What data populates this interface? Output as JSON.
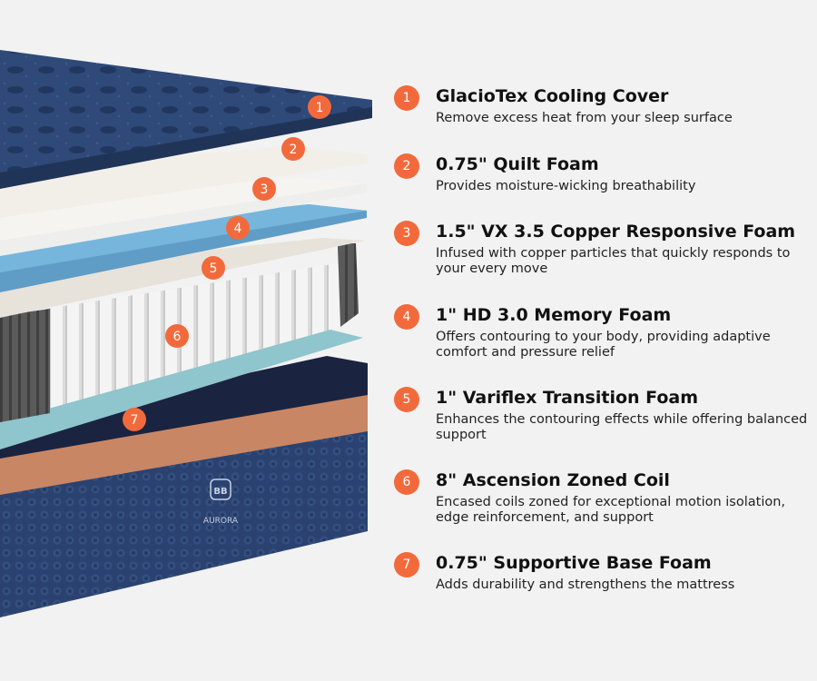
{
  "accent_color": "#f26a3c",
  "brand": {
    "monogram": "BB",
    "name": "AURORA"
  },
  "layers": [
    {
      "number": "1",
      "title": "GlacioTex Cooling Cover",
      "desc": "Remove excess heat from your sleep surface"
    },
    {
      "number": "2",
      "title": "0.75\" Quilt Foam",
      "desc": "Provides moisture-wicking breathability"
    },
    {
      "number": "3",
      "title": "1.5\" VX 3.5 Copper Responsive Foam",
      "desc": "Infused with copper particles that quickly responds to your every move"
    },
    {
      "number": "4",
      "title": "1\" HD 3.0 Memory Foam",
      "desc": "Offers contouring to your body, providing adaptive comfort and pressure relief"
    },
    {
      "number": "5",
      "title": "1\" Variflex Transition Foam",
      "desc": "Enhances the contouring effects while offering balanced support"
    },
    {
      "number": "6",
      "title": "8\" Ascension Zoned Coil",
      "desc": "Encased coils zoned for exceptional motion isolation, edge reinforcement, and support"
    },
    {
      "number": "7",
      "title": "0.75\" Supportive Base Foam",
      "desc": "Adds durability and strengthens the mattress"
    }
  ]
}
